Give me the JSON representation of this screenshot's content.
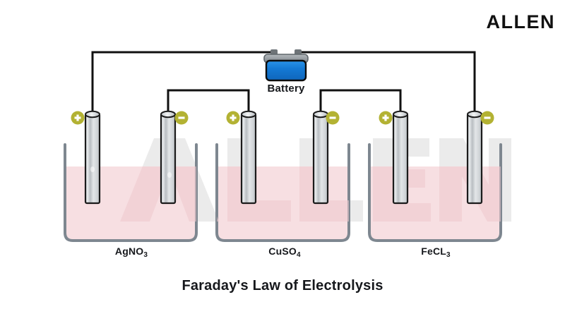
{
  "brand": {
    "logo_text": "ALLEN",
    "watermark_text": "ALLEN"
  },
  "title": "Faraday's Law of Electrolysis",
  "battery": {
    "label": "Battery",
    "body_color": "#1479d4",
    "cap_color": "#8d9296"
  },
  "colors": {
    "terminal_badge": "#b3b233",
    "terminal_glyph": "#ffffff",
    "wire": "#111111",
    "electrode_outline": "#1b1b1b",
    "electrode_fill": "#dcdfe2",
    "beaker_wall": "#7e8790",
    "liquid": "#f7dfe2",
    "watermark": "#e9e9e9",
    "watermark_pink": "#f3dadd",
    "title_text": "#16181c"
  },
  "cells": [
    {
      "id": "cell-agno3",
      "label": "AgNO",
      "label_subscript": "3",
      "anode_sign": "+",
      "cathode_sign": "−"
    },
    {
      "id": "cell-cuso4",
      "label": "CuSO",
      "label_subscript": "4",
      "anode_sign": "+",
      "cathode_sign": "−"
    },
    {
      "id": "cell-fecl3",
      "label": "FeCL",
      "label_subscript": "3",
      "anode_sign": "+",
      "cathode_sign": "−"
    }
  ]
}
